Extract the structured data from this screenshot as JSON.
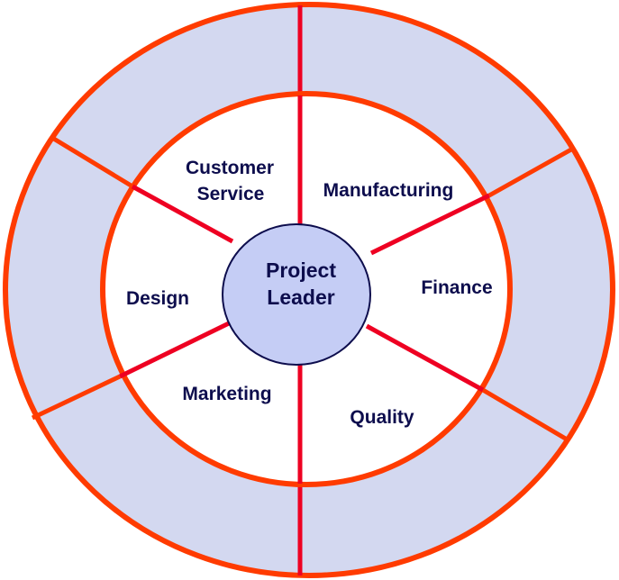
{
  "diagram": {
    "type": "hub-and-spoke concentric diagram",
    "colors": {
      "outer_ring_fill": "#d3d8f0",
      "ring_stroke": "#ff3b00",
      "spoke_inner": "#ee0022",
      "spoke_outer": "#ff3b00",
      "inner_fill": "#ffffff",
      "center_fill": "#c5cdf5",
      "center_stroke": "#0d0d4d",
      "text": "#0d0d4d"
    },
    "center": {
      "line1": "Project",
      "line2": "Leader"
    },
    "segments": [
      {
        "id": "customer-service",
        "line1": "Customer",
        "line2": "Service"
      },
      {
        "id": "manufacturing",
        "line1": "Manufacturing"
      },
      {
        "id": "finance",
        "line1": "Finance"
      },
      {
        "id": "quality",
        "line1": "Quality"
      },
      {
        "id": "marketing",
        "line1": "Marketing"
      },
      {
        "id": "design",
        "line1": "Design"
      }
    ]
  }
}
